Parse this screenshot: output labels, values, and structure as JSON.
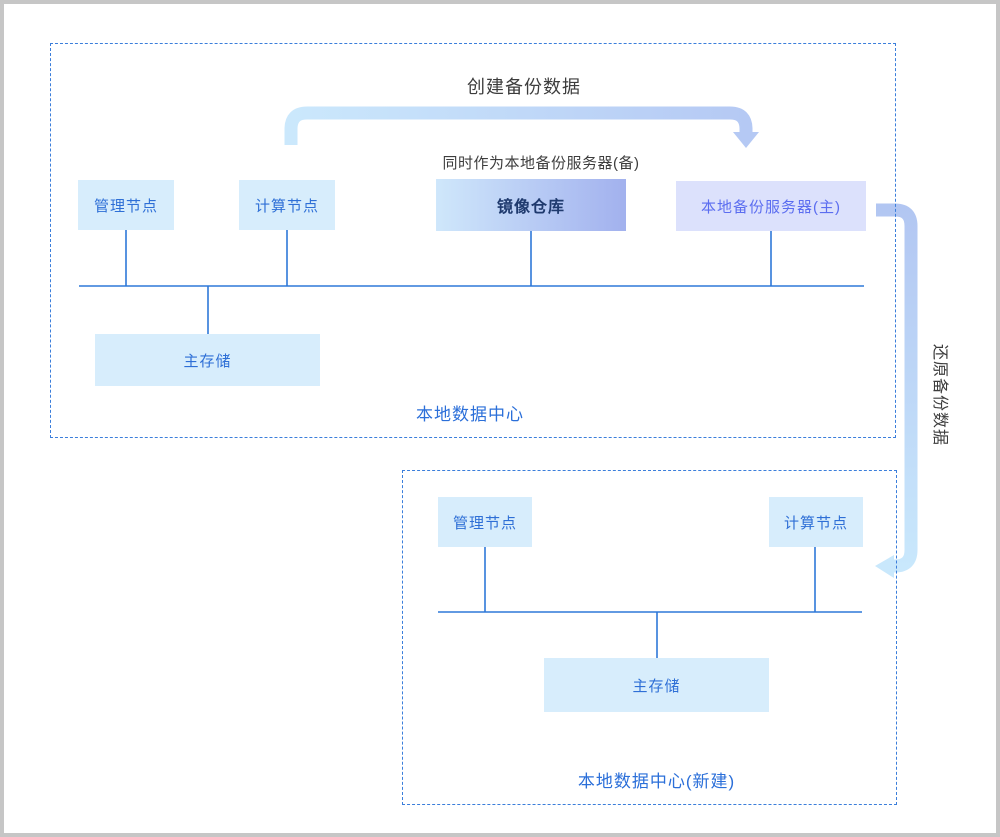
{
  "diagram": {
    "top_datacenter": {
      "label": "本地数据中心",
      "mirror_caption": "同时作为本地备份服务器(备)",
      "nodes": {
        "management": "管理节点",
        "compute": "计算节点",
        "mirror_repo": "镜像仓库",
        "backup_server_primary": "本地备份服务器(主)",
        "primary_storage": "主存储"
      }
    },
    "bottom_datacenter": {
      "label": "本地数据中心(新建)",
      "nodes": {
        "management": "管理节点",
        "compute": "计算节点",
        "primary_storage": "主存储"
      }
    },
    "flows": {
      "create_backup": "创建备份数据",
      "restore_backup": "还原备份数据"
    },
    "colors": {
      "node_bg": "#d7edfc",
      "node_text": "#2e6fd6",
      "mirror_gradient_start": "#cfe7fb",
      "mirror_gradient_end": "#a2b1ee",
      "mirror_text": "#1f3a6e",
      "backup_server_bg": "#dce1fc",
      "backup_server_text": "#5b6df0",
      "bus_line": "#2e78d8",
      "container_border": "#3b7edb",
      "arrow_light_blue": "#cbe8fc",
      "arrow_periwinkle": "#b5c9f4",
      "title_text": "#3d3d3d",
      "datacenter_label": "#2b6fd9",
      "outer_frame": "#c6c6c6"
    }
  }
}
